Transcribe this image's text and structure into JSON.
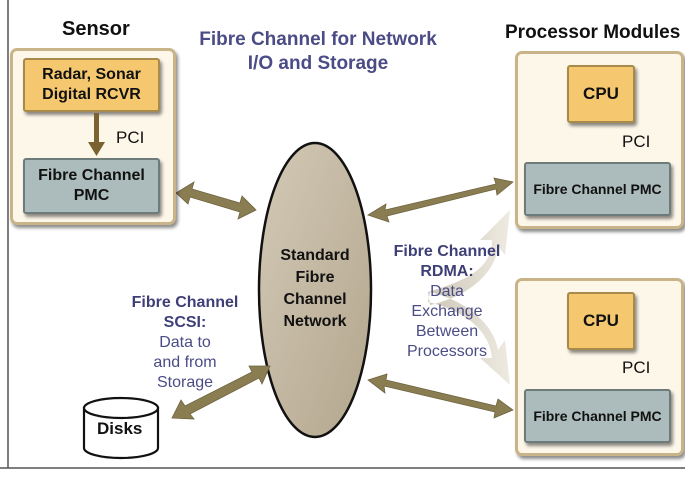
{
  "title": {
    "line1": "Fibre Channel for Network",
    "line2": "I/O and Storage"
  },
  "sensor": {
    "heading": "Sensor",
    "source_line1": "Radar, Sonar",
    "source_line2": "Digital RCVR",
    "pci": "PCI",
    "pmc_line1": "Fibre Channel",
    "pmc_line2": "PMC"
  },
  "processors": {
    "heading": "Processor Modules",
    "modules": [
      {
        "cpu": "CPU",
        "pci": "PCI",
        "pmc": "Fibre Channel PMC"
      },
      {
        "cpu": "CPU",
        "pci": "PCI",
        "pmc": "Fibre Channel PMC"
      }
    ]
  },
  "network": {
    "line1": "Standard",
    "line2": "Fibre",
    "line3": "Channel",
    "line4": "Network"
  },
  "scsi": {
    "head1": "Fibre Channel",
    "head2": "SCSI:",
    "body1": "Data to",
    "body2": "and from",
    "body3": "Storage"
  },
  "rdma": {
    "head1": "Fibre Channel",
    "head2": "RDMA:",
    "body1": "Data",
    "body2": "Exchange",
    "body3": "Between",
    "body4": "Processors"
  },
  "disks": {
    "label": "Disks"
  },
  "colors": {
    "arrow": "#8b7d52",
    "panel_border": "#c9b48a",
    "gold": "#f5c86f",
    "gray": "#acbbbb",
    "ellipse": "#c3b7a2",
    "title_text": "#4b4c86"
  }
}
